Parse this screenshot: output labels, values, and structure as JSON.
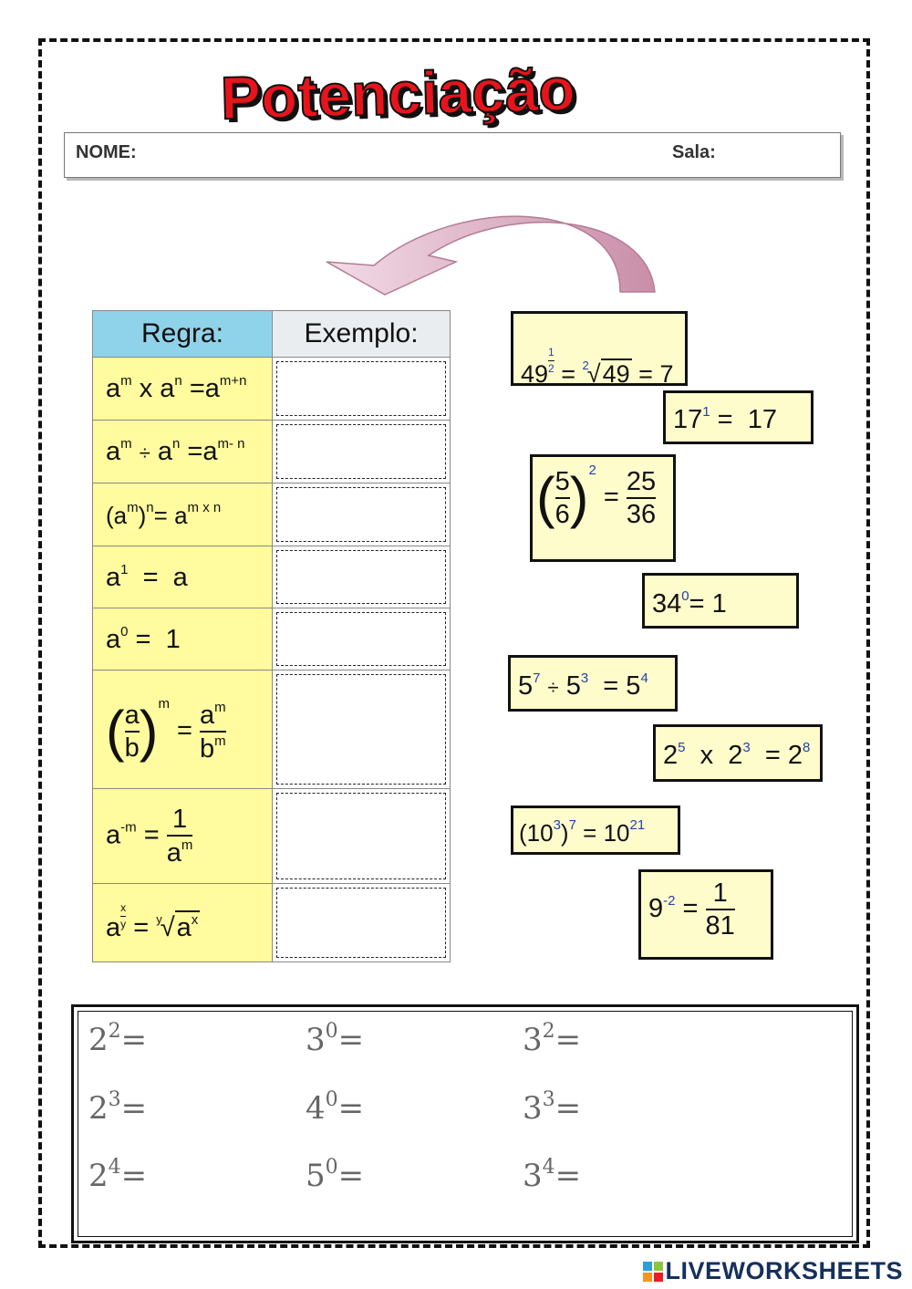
{
  "title": "Potenciação",
  "header": {
    "name_label": "NOME:",
    "room_label": "Sala:"
  },
  "table": {
    "col_rule": "Regra:",
    "col_example": "Exemplo:"
  },
  "rules": {
    "r1": {
      "base1": "a",
      "exp1": "m",
      "op": "x",
      "base2": "a",
      "exp2": "n",
      "eq": "=",
      "base3": "a",
      "exp3": "m+n"
    },
    "r2": {
      "base1": "a",
      "exp1": "m",
      "op": "÷",
      "base2": "a",
      "exp2": "n",
      "eq": "=",
      "base3": "a",
      "exp3": "m- n"
    },
    "r3": {
      "open": "(a",
      "exp1": "m",
      "close": ")",
      "exp2": "n",
      "eq": "=",
      "base3": "a",
      "exp3": "m x n"
    },
    "r4": {
      "base": "a",
      "exp": "1",
      "eq": "=",
      "result": "a"
    },
    "r5": {
      "base": "a",
      "exp": "0",
      "eq": "=",
      "result": "1"
    },
    "r6": {
      "num": "a",
      "den": "b",
      "exp": "m",
      "eq": "=",
      "rnum": "a",
      "rnum_exp": "m",
      "rden": "b",
      "rden_exp": "m"
    },
    "r7": {
      "base": "a",
      "exp": "-m",
      "eq": "=",
      "num": "1",
      "den": "a",
      "den_exp": "m"
    },
    "r8": {
      "base": "a",
      "exp_num": "x",
      "exp_den": "y",
      "eq": "=",
      "index": "y",
      "radicand": "a",
      "rad_exp": "x"
    }
  },
  "examples": {
    "e1": {
      "base": "49",
      "exp_num": "1",
      "exp_den": "2",
      "eq": "=",
      "index": "2",
      "radicand": "49",
      "eq2": "=",
      "result": "7"
    },
    "e2": {
      "base": "17",
      "exp": "1",
      "eq": "=",
      "result": "17"
    },
    "e3": {
      "num": "5",
      "den": "6",
      "exp": "2",
      "eq": "=",
      "rnum": "25",
      "rden": "36"
    },
    "e4": {
      "base": "34",
      "exp": "0",
      "eq": "=",
      "result": "1"
    },
    "e5": {
      "base1": "5",
      "exp1": "7",
      "op": "÷",
      "base2": "5",
      "exp2": "3",
      "eq": "=",
      "base3": "5",
      "exp3": "4"
    },
    "e6": {
      "base1": "2",
      "exp1": "5",
      "op": "x",
      "base2": "2",
      "exp2": "3",
      "eq": "=",
      "base3": "2",
      "exp3": "8"
    },
    "e7": {
      "open": "(10",
      "exp1": "3",
      "close": ")",
      "exp2": "7",
      "eq": "=",
      "base3": "10",
      "exp3": "21"
    },
    "e8": {
      "base": "9",
      "exp": "-2",
      "eq": "=",
      "num": "1",
      "den": "81"
    }
  },
  "exercises": [
    {
      "base": "2",
      "exp": "2",
      "suffix": "="
    },
    {
      "base": "3",
      "exp": "0",
      "suffix": "="
    },
    {
      "base": "3",
      "exp": "2",
      "suffix": "="
    },
    {
      "base": "2",
      "exp": "3",
      "suffix": "="
    },
    {
      "base": "4",
      "exp": "0",
      "suffix": "="
    },
    {
      "base": "3",
      "exp": "3",
      "suffix": "="
    },
    {
      "base": "2",
      "exp": "4",
      "suffix": "="
    },
    {
      "base": "5",
      "exp": "0",
      "suffix": "="
    },
    {
      "base": "3",
      "exp": "4",
      "suffix": "="
    }
  ],
  "footer": {
    "brand": "LIVEWORKSHEETS"
  },
  "colors": {
    "title_red": "#e8141c",
    "rule_bg": "#fffb9e",
    "card_bg": "#fffccc",
    "header_blue": "#8fd3ea",
    "exponent_blue": "#2340b0",
    "arrow_pink": "#d9a8bd"
  }
}
